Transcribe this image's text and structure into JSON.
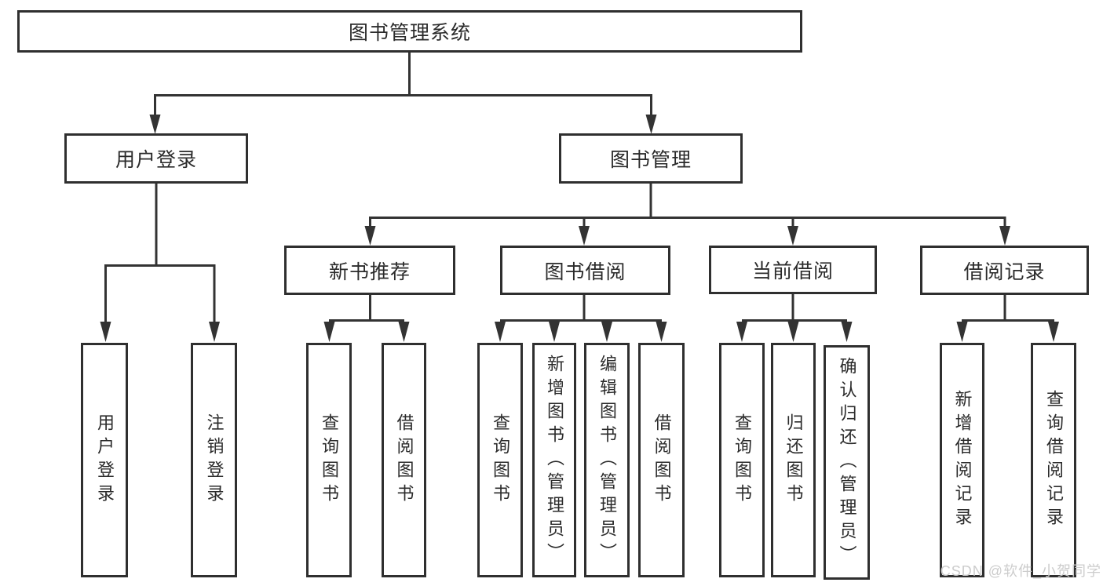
{
  "diagram": {
    "nodes": {
      "root": {
        "label": "图书管理系统"
      },
      "level2": [
        {
          "label": "用户登录"
        },
        {
          "label": "图书管理"
        }
      ],
      "level3": [
        {
          "label": "新书推荐"
        },
        {
          "label": "图书借阅"
        },
        {
          "label": "当前借阅"
        },
        {
          "label": "借阅记录"
        }
      ],
      "leaves": {
        "user": [
          {
            "label": "用户登录"
          },
          {
            "label": "注销登录"
          }
        ],
        "newbook": [
          {
            "label": "查询图书"
          },
          {
            "label": "借阅图书"
          }
        ],
        "borrow": [
          {
            "label": "查询图书"
          },
          {
            "label": "新增图书（管理员）"
          },
          {
            "label": "编辑图书（管理员）"
          },
          {
            "label": "借阅图书"
          }
        ],
        "current": [
          {
            "label": "查询图书"
          },
          {
            "label": "归还图书"
          },
          {
            "label": "确认归还（管理员）"
          }
        ],
        "records": [
          {
            "label": "新增借阅记录"
          },
          {
            "label": "查询借阅记录"
          }
        ]
      }
    },
    "colors": {
      "line": "#333333",
      "box_border": "#2f2f2f",
      "text": "#2b2b2b",
      "background": "#ffffff",
      "watermark": "#cccccc"
    }
  },
  "watermark": {
    "text": "CSDN @软件_小贺同学"
  }
}
